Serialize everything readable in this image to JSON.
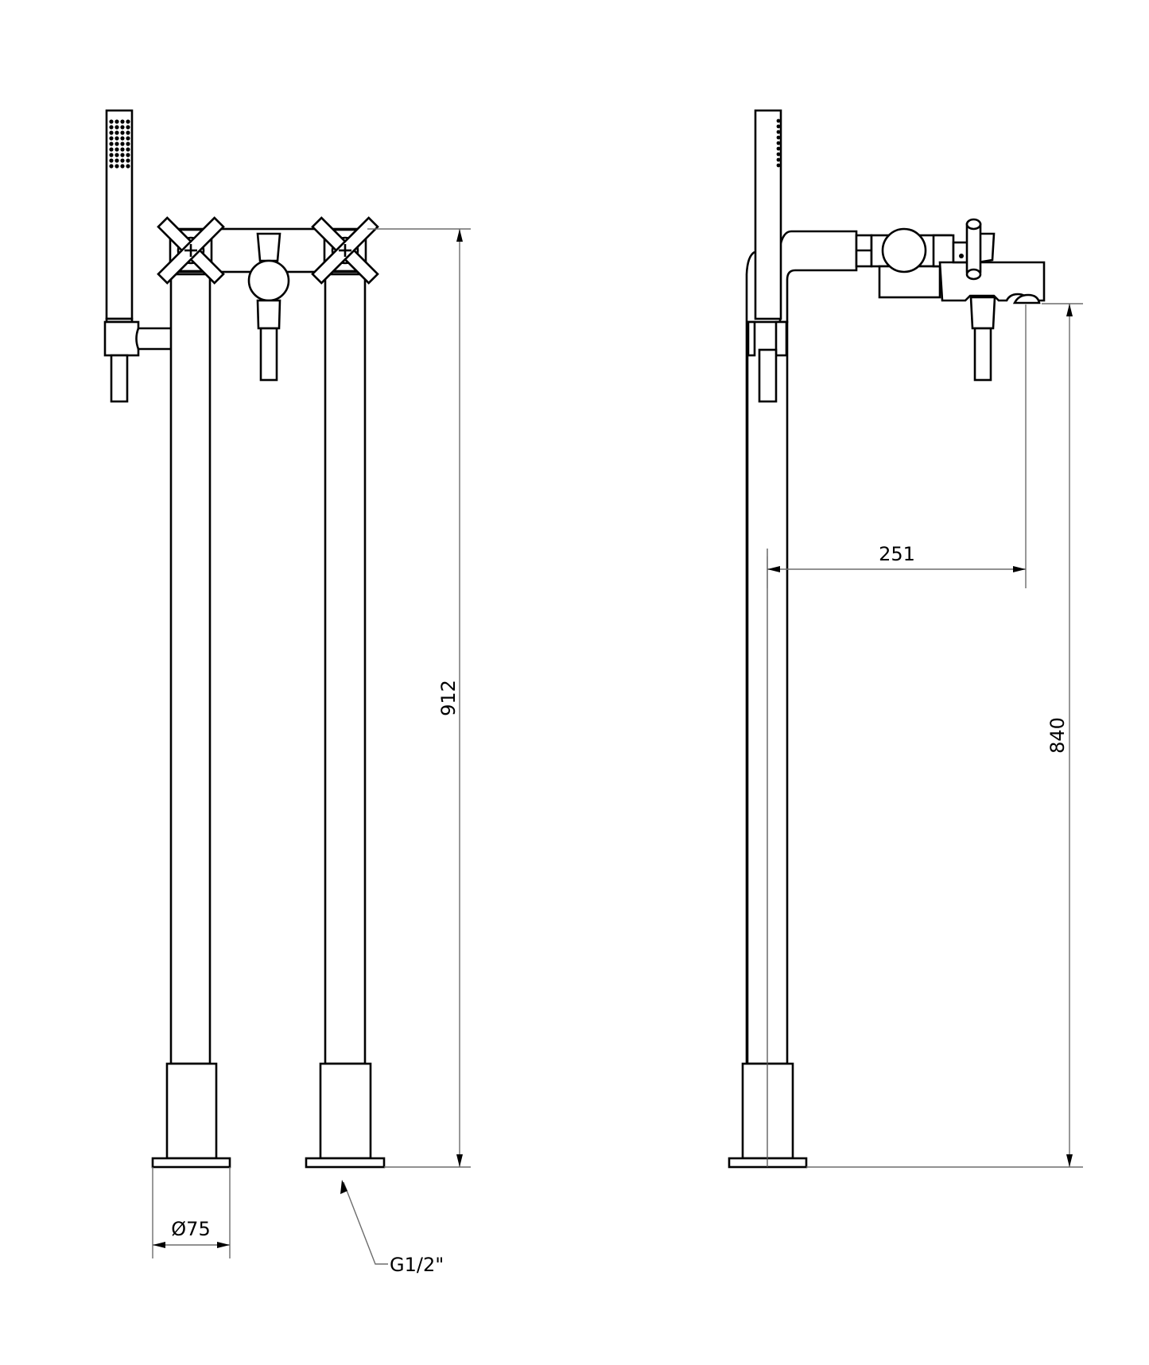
{
  "drawing": {
    "type": "technical-drawing",
    "subject": "freestanding bath/shower mixer with hand shower",
    "views": [
      {
        "name": "front-view",
        "position": "left"
      },
      {
        "name": "side-view",
        "position": "right"
      }
    ]
  },
  "dimensions": {
    "overall_height": "912",
    "spout_height": "840",
    "spout_projection": "251",
    "base_diameter": "Ø75",
    "connection_thread": "G1/2\""
  },
  "colors": {
    "line": "#000000",
    "dimension_line": "#6d6d6d",
    "background": "#ffffff"
  }
}
